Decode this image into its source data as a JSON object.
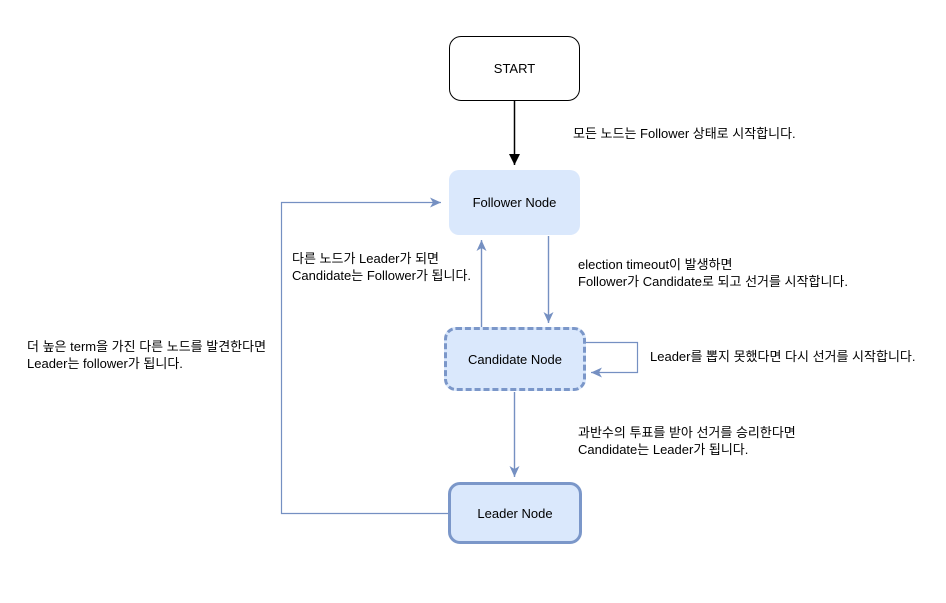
{
  "diagram": {
    "title": "Raft leader election state diagram",
    "nodes": {
      "start": {
        "label": "START"
      },
      "follower": {
        "label": "Follower Node"
      },
      "candidate": {
        "label": "Candidate Node"
      },
      "leader": {
        "label": "Leader Node"
      }
    },
    "annotations": {
      "start_note": "모든 노드는 Follower 상태로 시작합니다.",
      "demote_note": "다른 노드가 Leader가 되면\nCandidate는 Follower가 됩니다.",
      "timeout_note": "election timeout이 발생하면\nFollower가 Candidate로 되고 선거를 시작합니다.",
      "term_note": "더 높은 term을 가진 다른 노드를 발견한다면\nLeader는 follower가 됩니다.",
      "reelect_note": "Leader를 뽑지 못했다면 다시 선거를 시작합니다.",
      "win_note": "과반수의 투표를 받아 선거를 승리한다면\nCandidate는 Leader가 됩니다."
    },
    "edges": [
      "start -> follower",
      "follower -> candidate (election timeout)",
      "candidate -> follower (other node became leader)",
      "candidate -> candidate (election failed, retry)",
      "candidate -> leader (won majority vote)",
      "leader -> follower (saw higher term)"
    ]
  },
  "colors": {
    "node_fill": "#dae8fc",
    "node_border": "#7b97c9",
    "edge_blue": "#7590c2",
    "edge_black": "#000000",
    "start_fill": "#ffffff",
    "start_border": "#000000",
    "text": "#000000"
  }
}
